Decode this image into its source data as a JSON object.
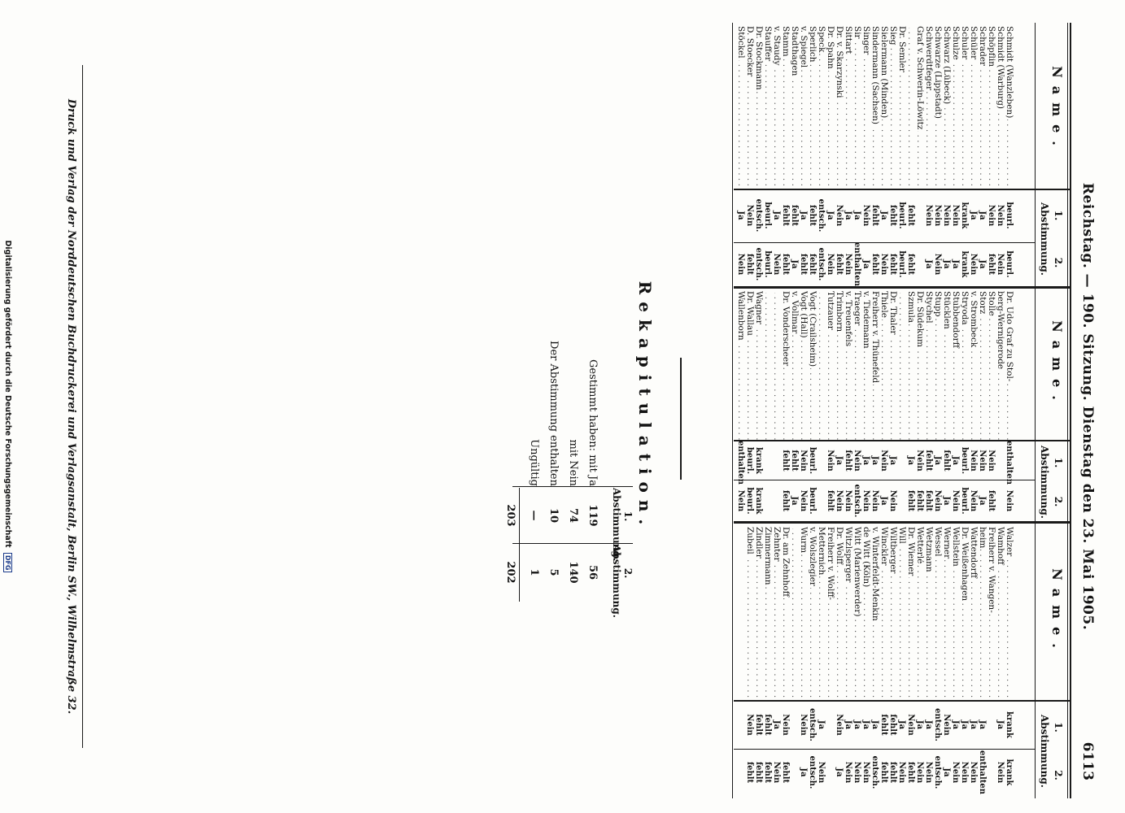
{
  "header": {
    "title": "Reichstag. — 190. Sitzung. Dienstag den 23. Mai 1905.",
    "page_number": "6113"
  },
  "column_headers": {
    "name": "Name.",
    "vote_one": "1.",
    "vote_two": "2.",
    "vote_label": "Abstimmung."
  },
  "tables": [
    {
      "rows": [
        {
          "name": "Schmidt (Wanzleben)",
          "v1": "beurl.",
          "v2": "beurl."
        },
        {
          "name": "Schmidt (Warburg)",
          "v1": "Nein",
          "v2": "Nein"
        },
        {
          "name": "Schöpflin",
          "v1": "Nein",
          "v2": "fehlt"
        },
        {
          "name": "Schrader",
          "v1": "Ja",
          "v2": "Ja"
        },
        {
          "name": "Schüler",
          "v1": "Ja",
          "v2": "Nein"
        },
        {
          "name": "Schuler",
          "v1": "krank",
          "v2": "krank"
        },
        {
          "name": "Schulze",
          "v1": "Nein",
          "v2": "Ja"
        },
        {
          "name": "Schwarz (Lübeck)",
          "v1": "Nein",
          "v2": "Ja"
        },
        {
          "name": "Schwarze (Lippstadt)",
          "v1": "Nein",
          "v2": "Nein"
        },
        {
          "name": "Schwerdtfeger",
          "v1": "Nein",
          "v2": "Ja"
        },
        {
          "name": "Graf v. Schwerin-Löwitz",
          "v1": "",
          "v2": ""
        },
        {
          "name": "",
          "v1": "fehlt",
          "v2": "fehlt"
        },
        {
          "name": "Dr. Semler",
          "v1": "beurl.",
          "v2": "beurl."
        },
        {
          "name": "Sieg",
          "v1": "fehlt",
          "v2": "fehlt"
        },
        {
          "name": "Sielermann (Minden)",
          "v1": "Ja",
          "v2": "Nein"
        },
        {
          "name": "Sindermann (Sachsen)",
          "v1": "fehlt",
          "v2": "fehlt"
        },
        {
          "name": "Singer",
          "v1": "Nein",
          "v2": "Ja"
        },
        {
          "name": "Sir",
          "v1": "Ja",
          "v2": "enthalten"
        },
        {
          "name": "Sittart",
          "v1": "Ja",
          "v2": "Nein"
        },
        {
          "name": "Dr. v. Skarzynski",
          "v1": "Nein",
          "v2": "fehlt"
        },
        {
          "name": "Dr. Spahn",
          "v1": "Ja",
          "v2": "Nein"
        },
        {
          "name": "Speck",
          "v1": "entsch.",
          "v2": "entsch."
        },
        {
          "name": "Sperlich",
          "v1": "fehlt",
          "v2": "fehlt"
        },
        {
          "name": "v. Spiegel",
          "v1": "Ja",
          "v2": "fehlt"
        },
        {
          "name": "Stadthagen",
          "v1": "fehlt",
          "v2": "Ja"
        },
        {
          "name": "Stamm",
          "v1": "fehlt",
          "v2": "fehlt"
        },
        {
          "name": "v. Staudy",
          "v1": "Ja",
          "v2": "Nein"
        },
        {
          "name": "Stauffer",
          "v1": "beurl.",
          "v2": "beurl."
        },
        {
          "name": "Dr. Stockmann",
          "v1": "entsch.",
          "v2": "entsch."
        },
        {
          "name": "D. Stoecker",
          "v1": "Nein",
          "v2": "fehlt"
        },
        {
          "name": "Stöckel",
          "v1": "Ja",
          "v2": "Nein"
        }
      ]
    },
    {
      "rows": [
        {
          "name": "Dr. Udo Graf zu Stol-",
          "v1": "enthalten",
          "v2": "Nein"
        },
        {
          "name": "berg-Wernigerode",
          "v1": "",
          "v2": ""
        },
        {
          "name": "Stolle",
          "v1": "Nein",
          "v2": "fehlt"
        },
        {
          "name": "Storz",
          "v1": "Nein",
          "v2": "Ja"
        },
        {
          "name": "v. Strombeck",
          "v1": "Nein",
          "v2": "Nein"
        },
        {
          "name": "Stryoda",
          "v1": "beurl.",
          "v2": "beurl."
        },
        {
          "name": "Stubbendorff",
          "v1": "Ja",
          "v2": "Nein"
        },
        {
          "name": "Stücklen",
          "v1": "fehlt",
          "v2": "Ja"
        },
        {
          "name": "Stupp",
          "v1": "Ja",
          "v2": "Nein"
        },
        {
          "name": "Stychel",
          "v1": "fehlt",
          "v2": "fehlt"
        },
        {
          "name": "Dr. Südekum",
          "v1": "Nein",
          "v2": "fehlt"
        },
        {
          "name": "Szmula",
          "v1": "Ja",
          "v2": "fehlt"
        },
        {
          "name": "",
          "v1": "",
          "v2": ""
        },
        {
          "name": "Dr. Thaler",
          "v1": "Ja",
          "v2": "Nein"
        },
        {
          "name": "Thiele",
          "v1": "Nein",
          "v2": "Ja"
        },
        {
          "name": "Freiherr v. Thünefeld",
          "v1": "Ja",
          "v2": "Nein"
        },
        {
          "name": "v. Tiedemann",
          "v1": "Ja",
          "v2": "Nein"
        },
        {
          "name": "Traeger",
          "v1": "Nein",
          "v2": "entsch."
        },
        {
          "name": "v. Treuenfels",
          "v1": "fehlt",
          "v2": "Nein"
        },
        {
          "name": "Trimborn",
          "v1": "Ja",
          "v2": "Nein"
        },
        {
          "name": "Tutzauer",
          "v1": "Nein",
          "v2": "fehlt"
        },
        {
          "name": "",
          "v1": "",
          "v2": ""
        },
        {
          "name": "Vogt (Crailsheim)",
          "v1": "beurl.",
          "v2": "beurl."
        },
        {
          "name": "Vogt (Hall)",
          "v1": "Nein",
          "v2": "Nein"
        },
        {
          "name": "v. Vollmar",
          "v1": "fehlt",
          "v2": "Ja"
        },
        {
          "name": "Dr. Vonderscheer",
          "v1": "fehlt",
          "v2": "fehlt"
        },
        {
          "name": "",
          "v1": "",
          "v2": ""
        },
        {
          "name": "",
          "v1": "",
          "v2": ""
        },
        {
          "name": "Wagner",
          "v1": "krank",
          "v2": "krank"
        },
        {
          "name": "Dr. Wallau",
          "v1": "beurl.",
          "v2": "beurl."
        },
        {
          "name": "Wallenborn",
          "v1": "enthalten",
          "v2": "Nein"
        }
      ]
    },
    {
      "rows": [
        {
          "name": "Walzer",
          "v1": "krank",
          "v2": "krank"
        },
        {
          "name": "Wamhoff",
          "v1": "Ja",
          "v2": "Nein"
        },
        {
          "name": "Freiherr v. Wangen-",
          "v1": "",
          "v2": ""
        },
        {
          "name": "heim",
          "v1": "Ja",
          "v2": "enthalten"
        },
        {
          "name": "Wattendorff",
          "v1": "Ja",
          "v2": "Nein"
        },
        {
          "name": "Dr. Weißenhagen",
          "v1": "Ja",
          "v2": "Nein"
        },
        {
          "name": "Wellstein",
          "v1": "Ja",
          "v2": "Nein"
        },
        {
          "name": "Werner",
          "v1": "Nein",
          "v2": "Ja"
        },
        {
          "name": "Wessel",
          "v1": "entsch.",
          "v2": "entsch."
        },
        {
          "name": "Wetzmann",
          "v1": "Ja",
          "v2": "Nein"
        },
        {
          "name": "Wetterlé",
          "v1": "Ja",
          "v2": "Nein"
        },
        {
          "name": "Dr. Wiemer",
          "v1": "Nein",
          "v2": "fehlt"
        },
        {
          "name": "Will",
          "v1": "Ja",
          "v2": "Nein"
        },
        {
          "name": "Wiltberger",
          "v1": "fehlt",
          "v2": "fehlt"
        },
        {
          "name": "Winckler",
          "v1": "fehlt",
          "v2": "fehlt"
        },
        {
          "name": "v. Winterfeldt-Menkin",
          "v1": "Ja",
          "v2": "entsch."
        },
        {
          "name": "de Witt (Köln)",
          "v1": "Ja",
          "v2": "Nein"
        },
        {
          "name": "Witt (Marienwerder)",
          "v1": "Ja",
          "v2": "Nein"
        },
        {
          "name": "Witzlsperger",
          "v1": "Ja",
          "v2": "Nein"
        },
        {
          "name": "Dr. Wolff",
          "v1": "Nein",
          "v2": "Ja"
        },
        {
          "name": "Freiherr v. Wolff-",
          "v1": "",
          "v2": ""
        },
        {
          "name": "Metternich",
          "v1": "Ja",
          "v2": "Nein"
        },
        {
          "name": "v. Wolszlegier",
          "v1": "entsch.",
          "v2": "entsch."
        },
        {
          "name": "Wurm",
          "v1": "Nein",
          "v2": "Ja"
        },
        {
          "name": "",
          "v1": "",
          "v2": ""
        },
        {
          "name": "Dr. am Zehnhoff",
          "v1": "Nein",
          "v2": "fehlt"
        },
        {
          "name": "Zehnter",
          "v1": "Ja",
          "v2": "Nein"
        },
        {
          "name": "Zimmermann",
          "v1": "fehlt",
          "v2": "fehlt"
        },
        {
          "name": "Zindler",
          "v1": "fehlt",
          "v2": "fehlt"
        },
        {
          "name": "Zubeil",
          "v1": "Nein",
          "v2": "fehlt"
        }
      ]
    }
  ],
  "recapitulation": {
    "title": "Rekapitulation.",
    "head_one_num": "1.",
    "head_two_num": "2.",
    "head_label": "Abstimmung.",
    "rows": [
      {
        "label": "Gestimmt haben: mit Ja",
        "v1": "119",
        "v2": "56"
      },
      {
        "label": "mit Nein",
        "v1": "74",
        "v2": "140"
      },
      {
        "label": "Der Abstimmung enthalten",
        "v1": "10",
        "v2": "5"
      },
      {
        "label": "Ungültig",
        "v1": "—",
        "v2": "1"
      }
    ],
    "totals": {
      "v1": "203",
      "v2": "202"
    }
  },
  "footer": "Druck und Verlag der Norddeutschen Buchdruckerei und Verlagsanstalt, Berlin SW., Wilhelmstraße 32.",
  "digitization_note": "Digitalisierung gefördert durch die Deutsche Forschungsgemeinschaft",
  "dfg_logo_text": "DFG"
}
